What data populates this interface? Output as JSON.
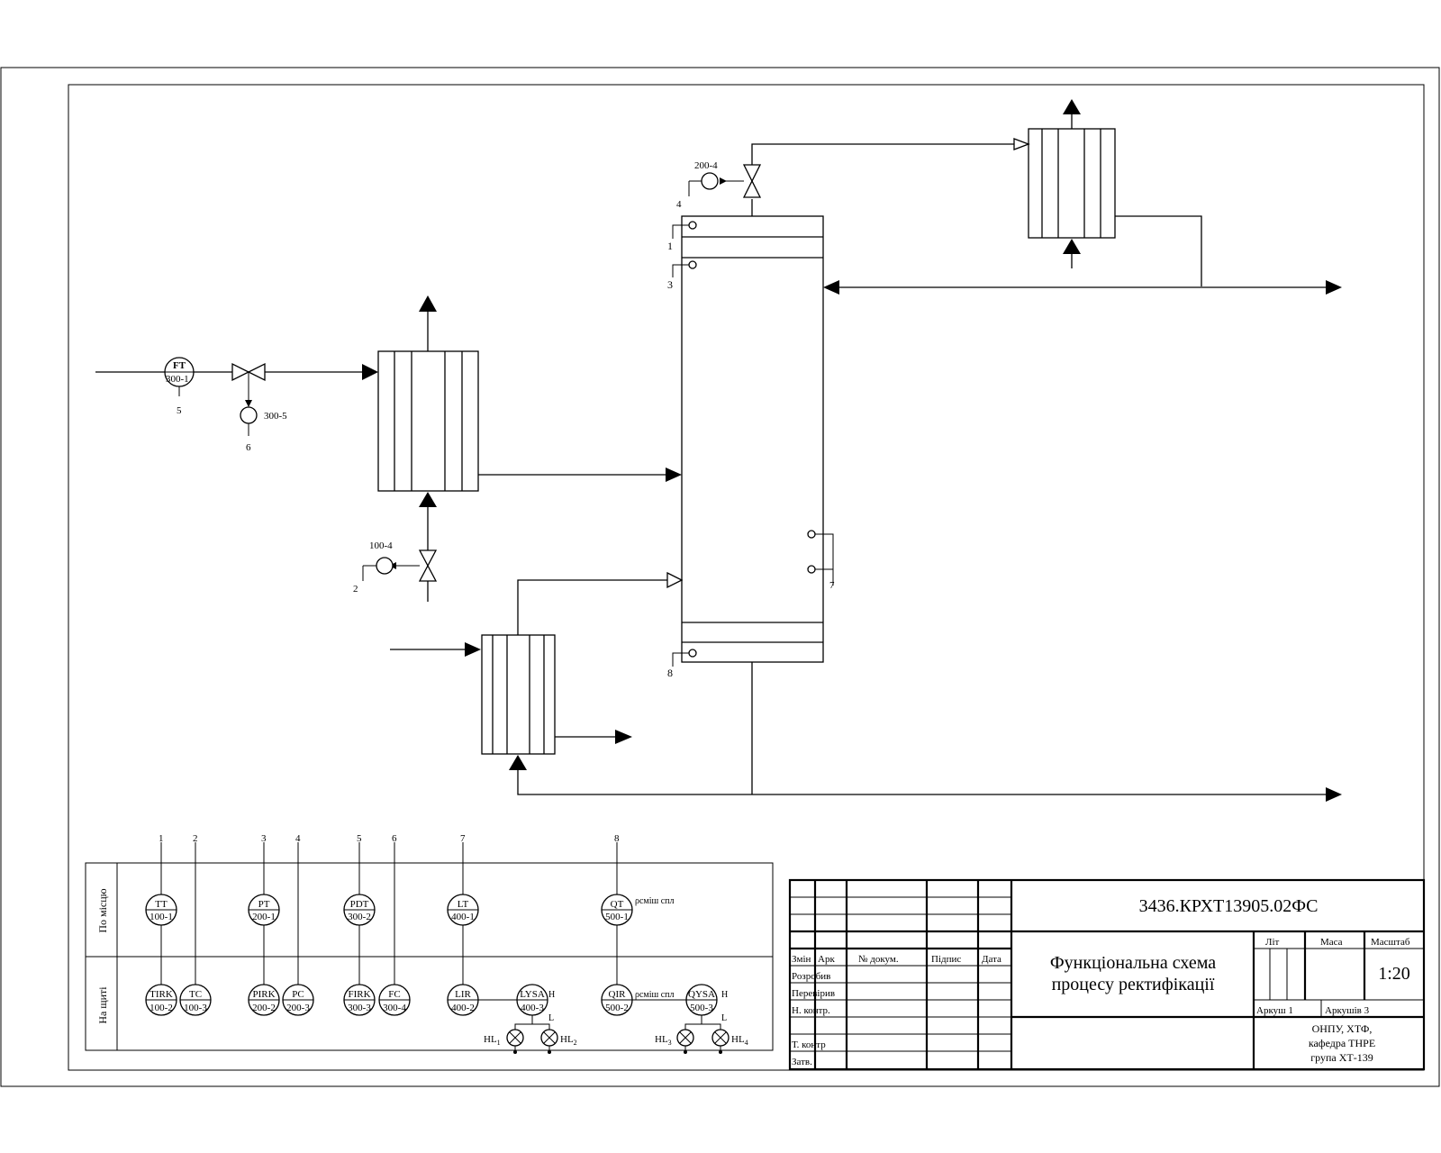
{
  "title_block": {
    "doc_number": "3436.КРХТ13905.02ФС",
    "drawing_title_line1": "Функціональна схема",
    "drawing_title_line2": "процесу ректифікації",
    "col_zmin": "Змін",
    "col_ark": "Арк",
    "col_doc": "№ докум.",
    "col_sign": "Підпис",
    "col_date": "Дата",
    "row_developed": "Розробив",
    "row_checked": "Перевірив",
    "row_ncontrol": "Н. контр.",
    "row_tcontrol": "Т. контр",
    "row_approved": "Затв.",
    "lit_label": "Літ",
    "mass_label": "Маса",
    "scale_label": "Масштаб",
    "scale_value": "1:20",
    "sheet_label": "Аркуш 1",
    "sheets_label": "Аркушів  3",
    "org_line1": "ОНПУ, ХТФ,",
    "org_line2": "кафедра ТНРЕ",
    "org_line3": "група ХТ-139"
  },
  "panel": {
    "row_local": "По місцю",
    "row_board": "На щиті"
  },
  "instruments_local": [
    {
      "code": "TT",
      "num": "100-1",
      "line": "1"
    },
    {
      "code": "PT",
      "num": "200-1",
      "line": "3"
    },
    {
      "code": "PDT",
      "num": "300-2",
      "line": "5"
    },
    {
      "code": "LT",
      "num": "400-1",
      "line": "7"
    },
    {
      "code": "QT",
      "num": "500-1",
      "line": "8"
    }
  ],
  "line_numbers_top": [
    "1",
    "2",
    "3",
    "4",
    "5",
    "6",
    "7",
    "8"
  ],
  "instruments_board": [
    {
      "code": "TIRK",
      "num": "100-2"
    },
    {
      "code": "TC",
      "num": "100-3"
    },
    {
      "code": "PIRK",
      "num": "200-2"
    },
    {
      "code": "PC",
      "num": "200-3"
    },
    {
      "code": "FIRK",
      "num": "300-3"
    },
    {
      "code": "FC",
      "num": "300-4"
    },
    {
      "code": "LIR",
      "num": "400-2"
    },
    {
      "code": "LYSA",
      "num": "400-3"
    },
    {
      "code": "QIR",
      "num": "500-2"
    },
    {
      "code": "QYSA",
      "num": "500-3"
    }
  ],
  "qt_note": "ρсміш спл",
  "qir_note": "ρсміш спл",
  "alarm": {
    "H": "H",
    "L": "L",
    "HL1": "HL",
    "HL1_sub": "1",
    "HL2": "HL",
    "HL2_sub": "2",
    "HL3": "HL",
    "HL3_sub": "3",
    "HL4": "HL",
    "HL4_sub": "4"
  },
  "process": {
    "ft_code": "FT",
    "ft_num": "300-1",
    "ft_line": "5",
    "act_300_5": "300-5",
    "act_300_5_line": "6",
    "act_100_4": "100-4",
    "act_100_4_line": "2",
    "act_200_4": "200-4",
    "act_200_4_line": "4",
    "col_tap1": "1",
    "col_tap3": "3",
    "col_tap7": "7",
    "col_tap8": "8"
  }
}
